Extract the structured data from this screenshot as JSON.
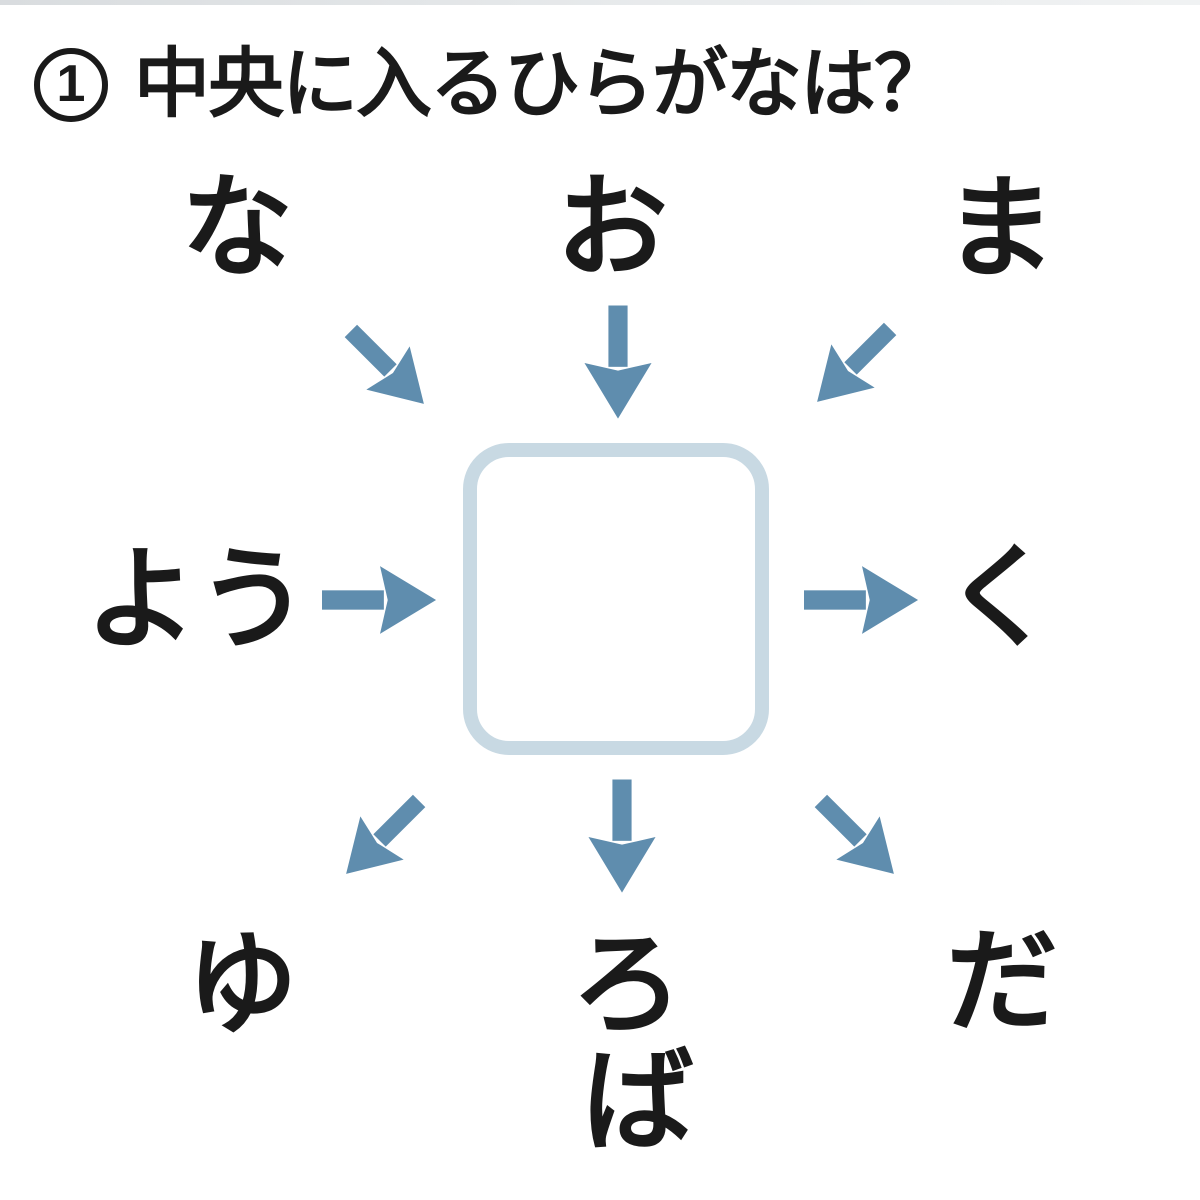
{
  "title": {
    "number": "1",
    "text": "中央に入るひらがなは？"
  },
  "puzzle": {
    "center_box_value": "",
    "characters": {
      "top_left": "な",
      "top_center": "お",
      "top_right": "ま",
      "middle_left": "よう",
      "middle_right": "く",
      "bottom_left": "ゆ",
      "bottom_center_upper": "ろ",
      "bottom_center_lower": "ば",
      "bottom_right": "だ"
    },
    "arrows": {
      "top_left": "down-right",
      "top_center": "down",
      "top_right": "down-left",
      "middle_left": "right",
      "middle_right": "right",
      "bottom_left": "down-left",
      "bottom_center": "down",
      "bottom_right": "down-right"
    }
  },
  "colors": {
    "arrow": "#5f8dae",
    "box_border": "#c8d9e3",
    "text": "#1a1a1a",
    "background": "#ffffff"
  }
}
